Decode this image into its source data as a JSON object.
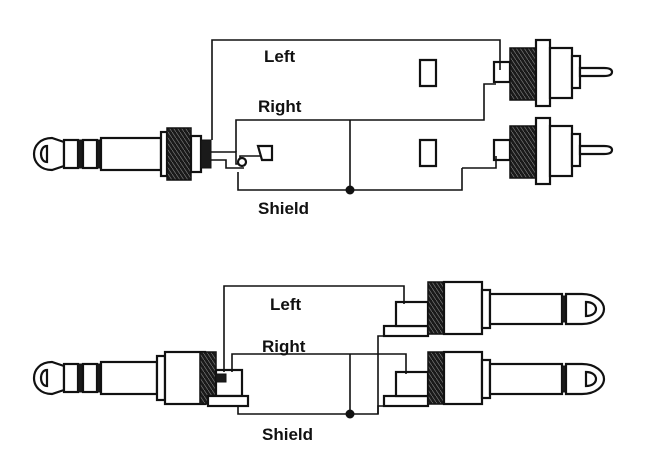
{
  "diagrams": [
    {
      "labels": {
        "left": "Left",
        "right": "Right",
        "shield": "Shield"
      }
    },
    {
      "labels": {
        "left": "Left",
        "right": "Right",
        "shield": "Shield"
      }
    }
  ],
  "colors": {
    "ink": "#111111",
    "background": "#ffffff"
  }
}
